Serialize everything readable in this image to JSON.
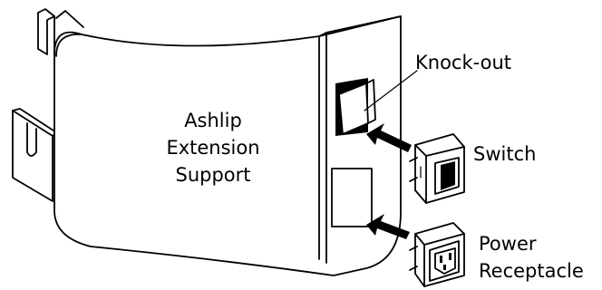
{
  "labels": {
    "main": [
      "Ashlip",
      "Extension",
      "Support"
    ],
    "knockout": "Knock-out",
    "switch": "Switch",
    "power": [
      "Power",
      "Receptacle"
    ]
  },
  "colors": {
    "line": "#000000",
    "background": "#ffffff"
  }
}
